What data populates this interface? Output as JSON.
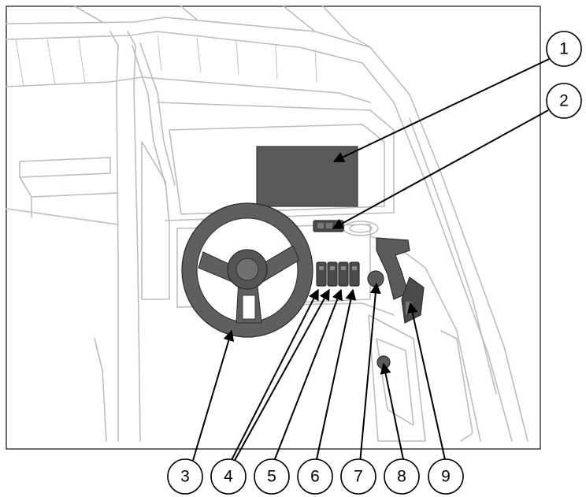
{
  "callouts": [
    {
      "id": "1",
      "label": "1"
    },
    {
      "id": "2",
      "label": "2"
    },
    {
      "id": "3",
      "label": "3"
    },
    {
      "id": "4",
      "label": "4"
    },
    {
      "id": "5",
      "label": "5"
    },
    {
      "id": "6",
      "label": "6"
    },
    {
      "id": "7",
      "label": "7"
    },
    {
      "id": "8",
      "label": "8"
    },
    {
      "id": "9",
      "label": "9"
    }
  ],
  "colors": {
    "outline": "#bdbdbd",
    "component_fill": "#595959",
    "callout_stroke": "#000000"
  }
}
